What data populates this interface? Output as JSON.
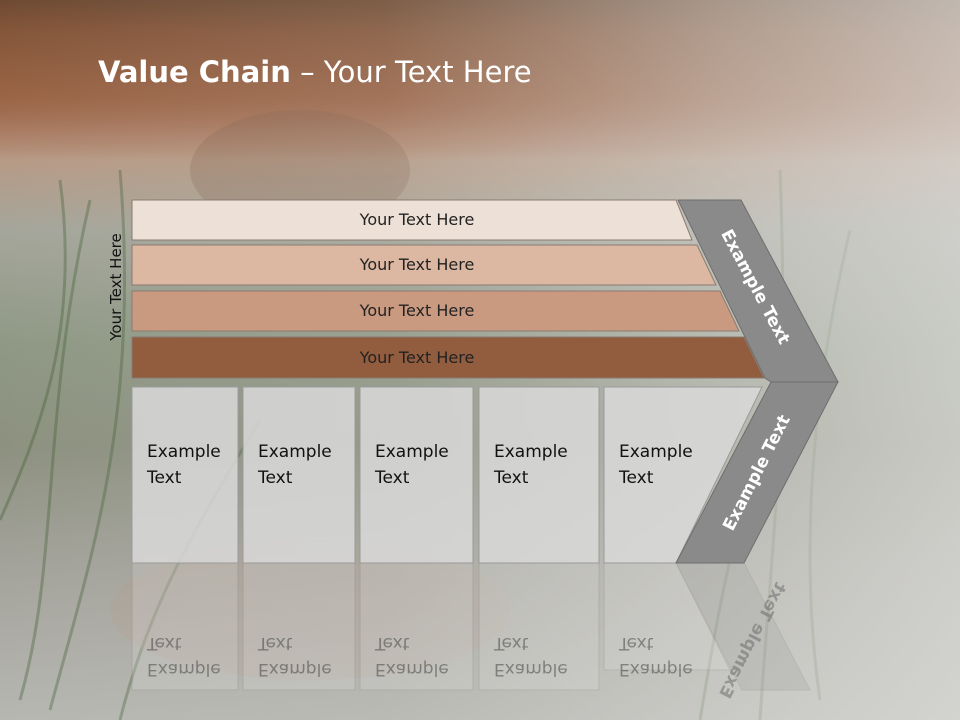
{
  "slide": {
    "title_bold": "Value Chain",
    "title_rest": " – Your Text Here",
    "vertical_label": "Your Text Here"
  },
  "rows": [
    {
      "label": "Your Text Here",
      "color": "#ede0d7"
    },
    {
      "label": "Your Text Here",
      "color": "#dcb8a2"
    },
    {
      "label": "Your Text Here",
      "color": "#c99a80"
    },
    {
      "label": "Your Text Here",
      "color": "#925c3e"
    }
  ],
  "cards": [
    {
      "text": "Example\nText"
    },
    {
      "text": "Example\nText"
    },
    {
      "text": "Example\nText"
    },
    {
      "text": "Example\nText"
    },
    {
      "text": "Example\nText"
    }
  ],
  "chevron": {
    "upper_text": "Example Text",
    "lower_text": "Example Text",
    "color": "#8a8a8a"
  },
  "colors": {
    "card_fill": "#d9d9d9",
    "card_stroke": "#9a9a9a"
  }
}
